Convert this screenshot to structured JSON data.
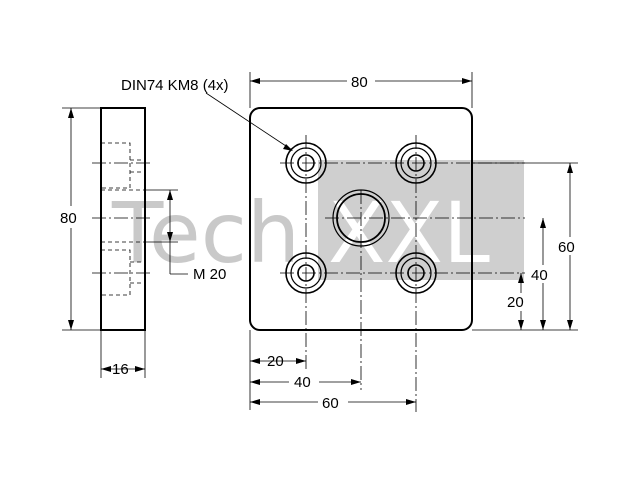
{
  "watermark": {
    "text_left": "Tech",
    "text_box": "XXL"
  },
  "callouts": {
    "hole_spec": "DIN74 KM8 (4x)",
    "thread": "M 20"
  },
  "dimensions": {
    "top_width": "80",
    "side_height": "80",
    "thickness": "16",
    "bottom_20": "20",
    "bottom_40": "40",
    "bottom_60": "60",
    "right_60": "60",
    "right_40": "40",
    "right_20": "20"
  }
}
